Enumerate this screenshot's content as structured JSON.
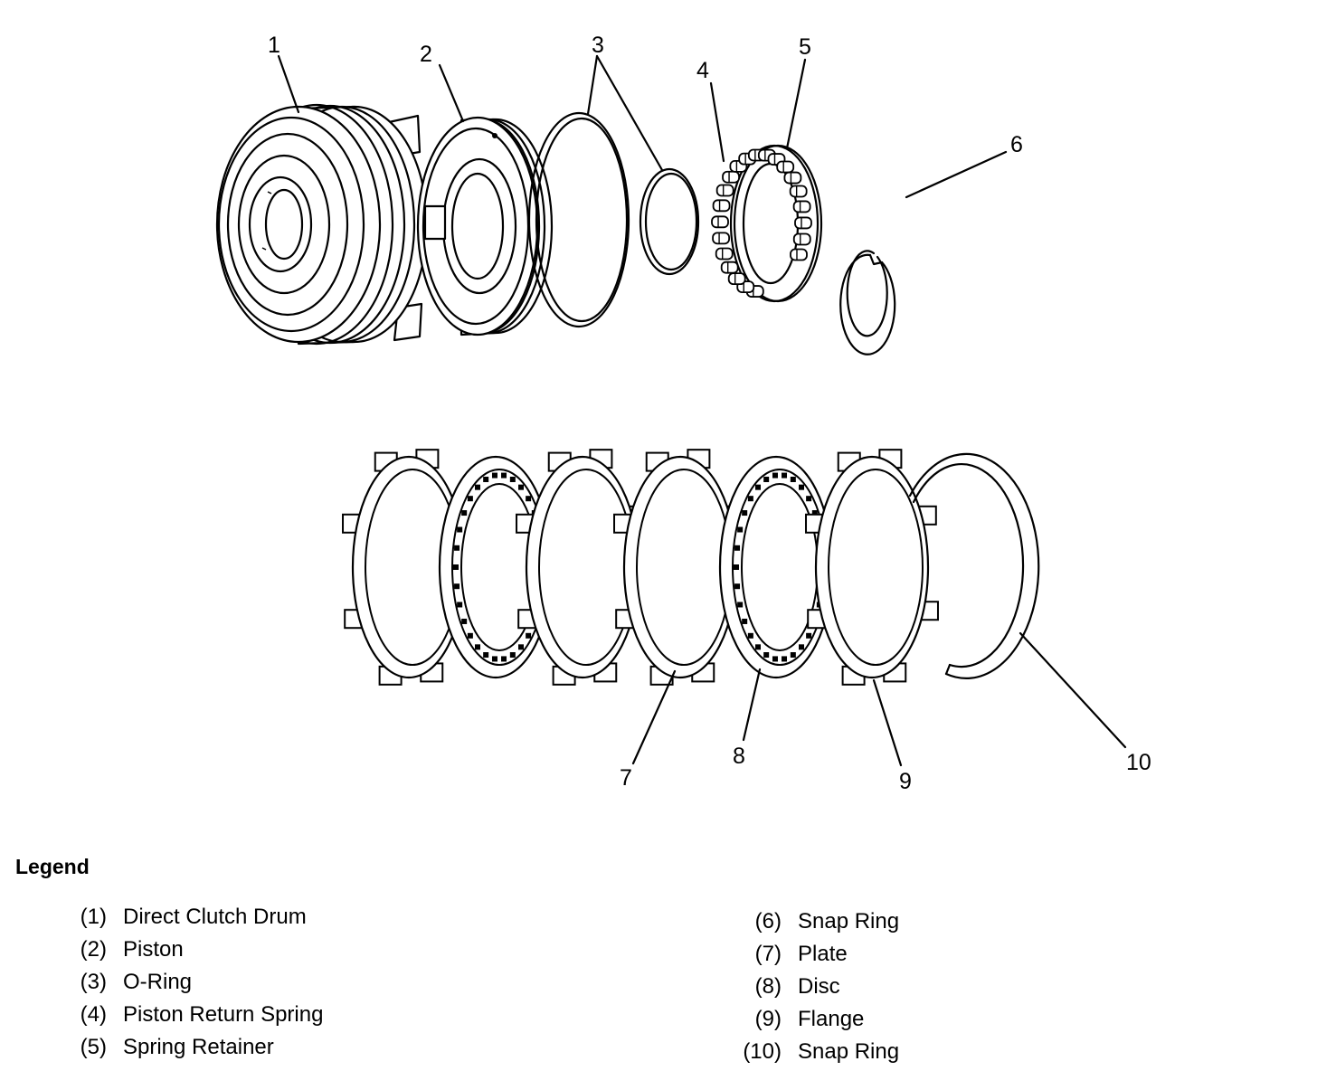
{
  "diagram": {
    "callouts": [
      "1",
      "2",
      "3",
      "4",
      "5",
      "6",
      "7",
      "8",
      "9",
      "10"
    ]
  },
  "legend": {
    "title": "Legend",
    "left": [
      {
        "num": "(1)",
        "label": "Direct Clutch Drum"
      },
      {
        "num": "(2)",
        "label": "Piston"
      },
      {
        "num": "(3)",
        "label": "O-Ring"
      },
      {
        "num": "(4)",
        "label": "Piston Return Spring"
      },
      {
        "num": "(5)",
        "label": "Spring Retainer"
      }
    ],
    "right": [
      {
        "num": "(6)",
        "label": "Snap Ring"
      },
      {
        "num": "(7)",
        "label": "Plate"
      },
      {
        "num": "(8)",
        "label": "Disc"
      },
      {
        "num": "(9)",
        "label": "Flange"
      },
      {
        "num": "(10)",
        "label": "Snap Ring"
      }
    ]
  }
}
